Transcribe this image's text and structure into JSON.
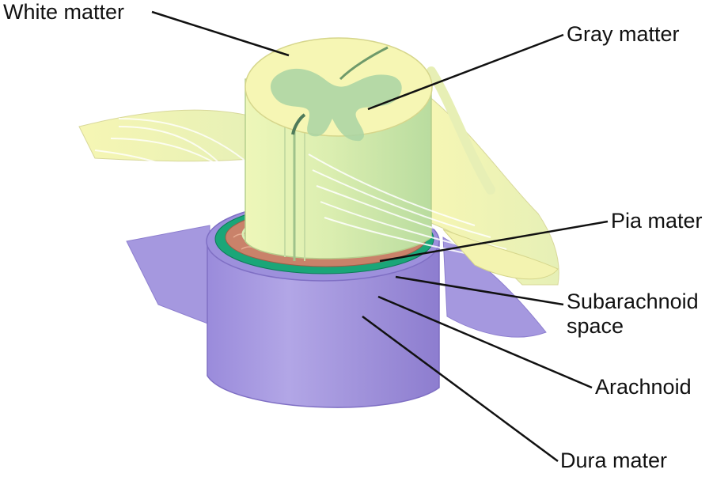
{
  "diagram": {
    "labels": {
      "white_matter": "White matter",
      "gray_matter": "Gray matter",
      "pia_mater": "Pia mater",
      "subarachnoid": "Subarachnoid\nspace",
      "arachnoid": "Arachnoid",
      "dura_mater": "Dura mater"
    },
    "colors": {
      "white_matter": "#f6f6b4",
      "gray_matter": "#a9d4a3",
      "nerve_root": "#f3f3b0",
      "dura": "#a89be0",
      "dura_shadow": "#8f7fd0",
      "arachnoid": "#1aa678",
      "subarachnoid": "#c9826a",
      "leader_line": "#111111"
    }
  }
}
